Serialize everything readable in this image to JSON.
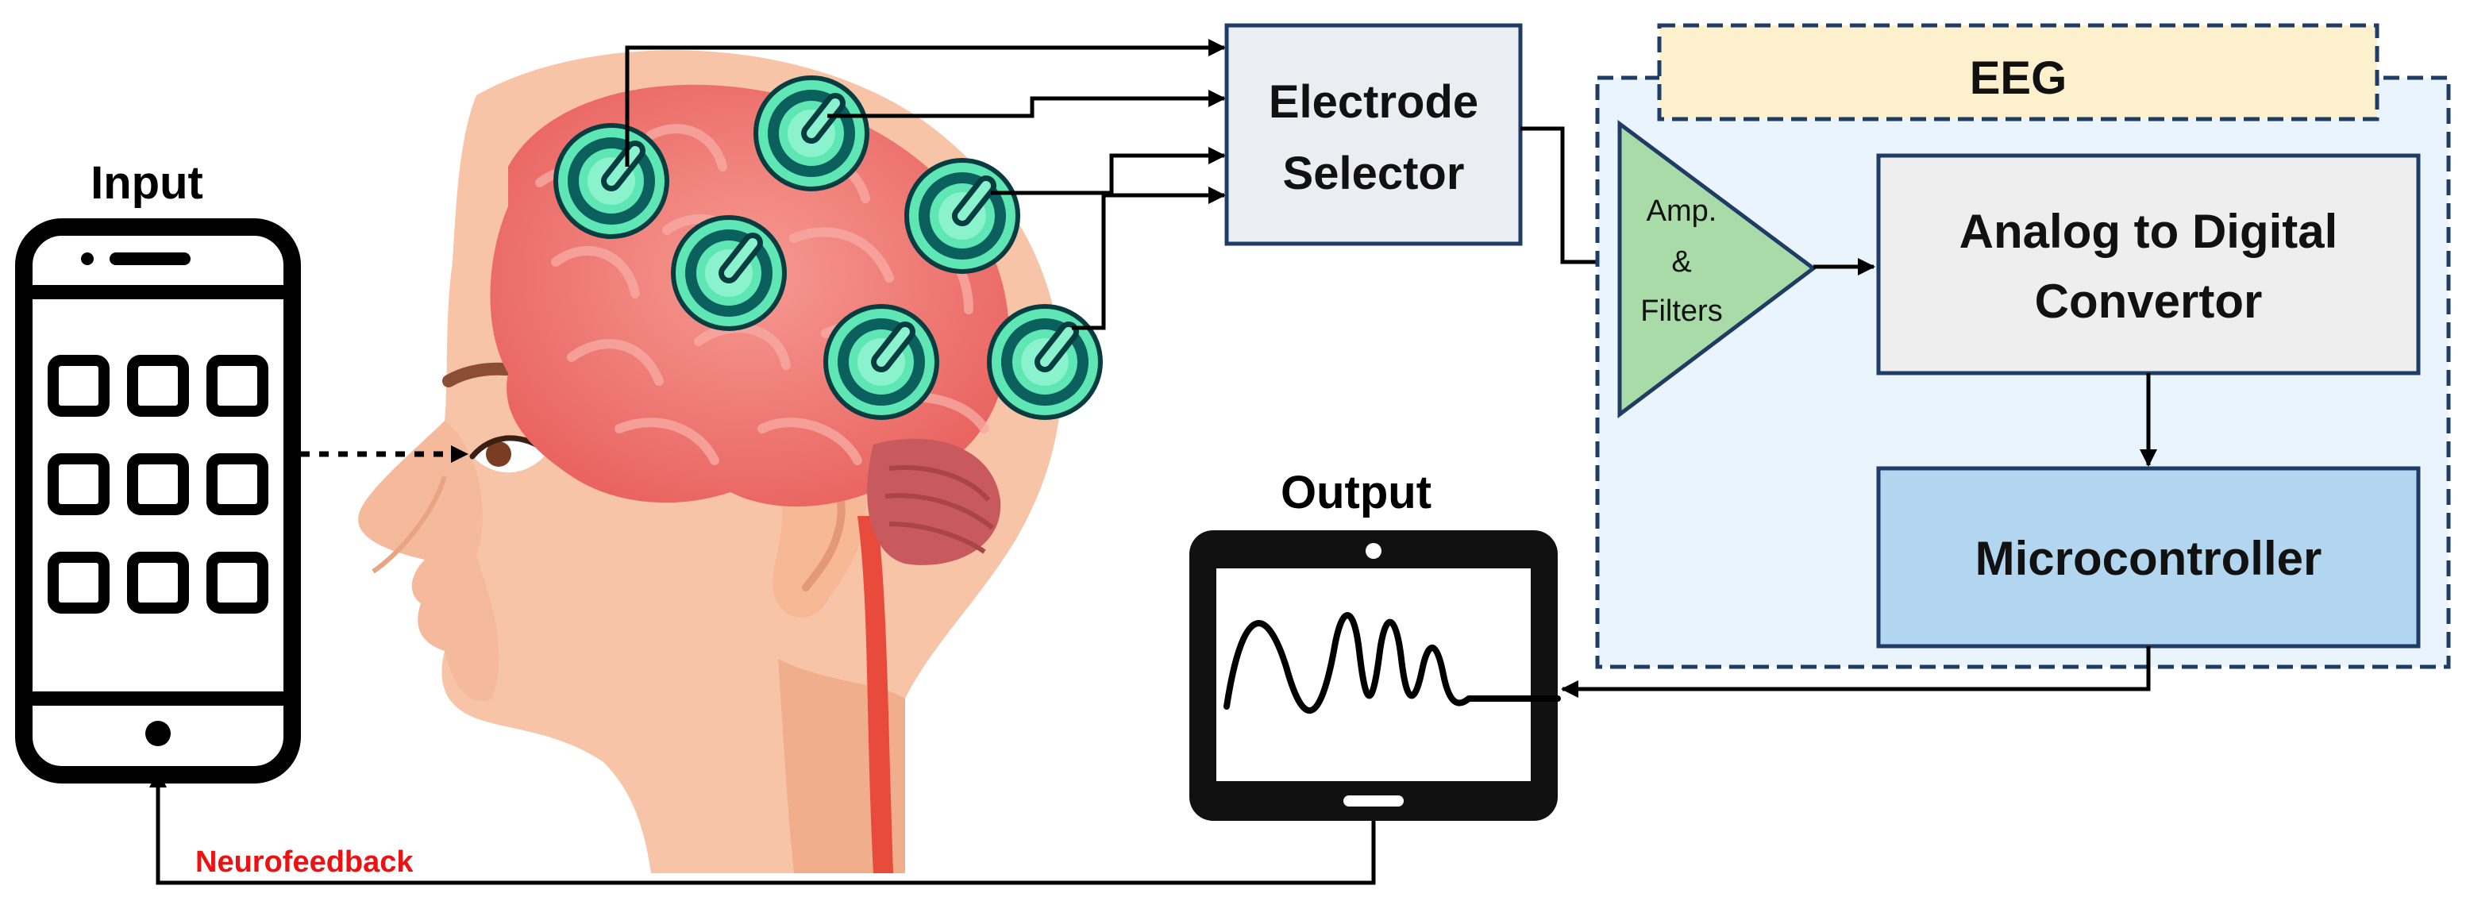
{
  "labels": {
    "input": "Input",
    "output": "Output",
    "electrode_selector_line1": "Electrode",
    "electrode_selector_line2": "Selector",
    "eeg": "EEG",
    "amp_line1": "Amp.",
    "amp_line2": "&",
    "amp_line3": "Filters",
    "adc_line1": "Analog to Digital",
    "adc_line2": "Convertor",
    "microcontroller": "Microcontroller",
    "neurofeedback": "Neurofeedback"
  },
  "colors": {
    "arrow": "#000000",
    "electrode_fill": "#5ee6b4",
    "electrode_ring": "#0b5f5c",
    "skin": "#f8c4a8",
    "brain": "#ef7f7c",
    "eeg_region_fill": "#eaf4fc",
    "eeg_region_border": "#1f3c66",
    "eeg_header_fill": "#fdf0cc",
    "selector_fill": "#eaedf2",
    "adc_fill": "#eeeeee",
    "amp_fill": "#a8dba8",
    "micro_fill": "#b2d6ef",
    "neurofeedback_text": "#ee1111"
  },
  "icons": [
    "smartphone-icon",
    "eye-icon",
    "electrode-icon",
    "tablet-icon",
    "waveform-icon"
  ]
}
